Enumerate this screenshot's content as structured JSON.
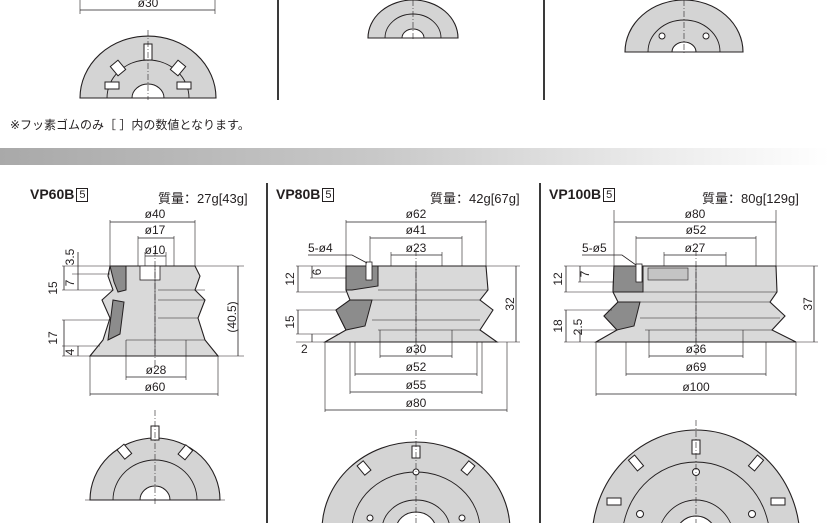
{
  "top_row": {
    "dim_label": "ø30"
  },
  "note": "※フッ素ゴムのみ［ ］内の数値となります。",
  "models": [
    {
      "name": "VP60B",
      "badge": "5",
      "weight": "質量：27g[43g]",
      "dims": {
        "d40": "ø40",
        "d17": "ø17",
        "d10": "ø10",
        "d28": "ø28",
        "d60": "ø60",
        "h35": "3.5",
        "h7": "7",
        "h15": "15",
        "h17": "17",
        "h4": "4",
        "h405": "(40.5)"
      }
    },
    {
      "name": "VP80B",
      "badge": "5",
      "weight": "質量：42g[67g]",
      "dims": {
        "d62": "ø62",
        "d41": "ø41",
        "d23": "ø23",
        "holes": "5-ø4",
        "d30": "ø30",
        "d52": "ø52",
        "d55": "ø55",
        "d80": "ø80",
        "h12": "12",
        "h6": "6",
        "h15": "15",
        "h2": "2",
        "h32": "32"
      }
    },
    {
      "name": "VP100B",
      "badge": "5",
      "weight": "質量：80g[129g]",
      "dims": {
        "d80": "ø80",
        "d52": "ø52",
        "d27": "ø27",
        "holes": "5-ø5",
        "d36": "ø36",
        "d69": "ø69",
        "d100": "ø100",
        "h12": "12",
        "h7": "7",
        "h18": "18",
        "h25": "2.5",
        "h37": "37"
      }
    }
  ]
}
